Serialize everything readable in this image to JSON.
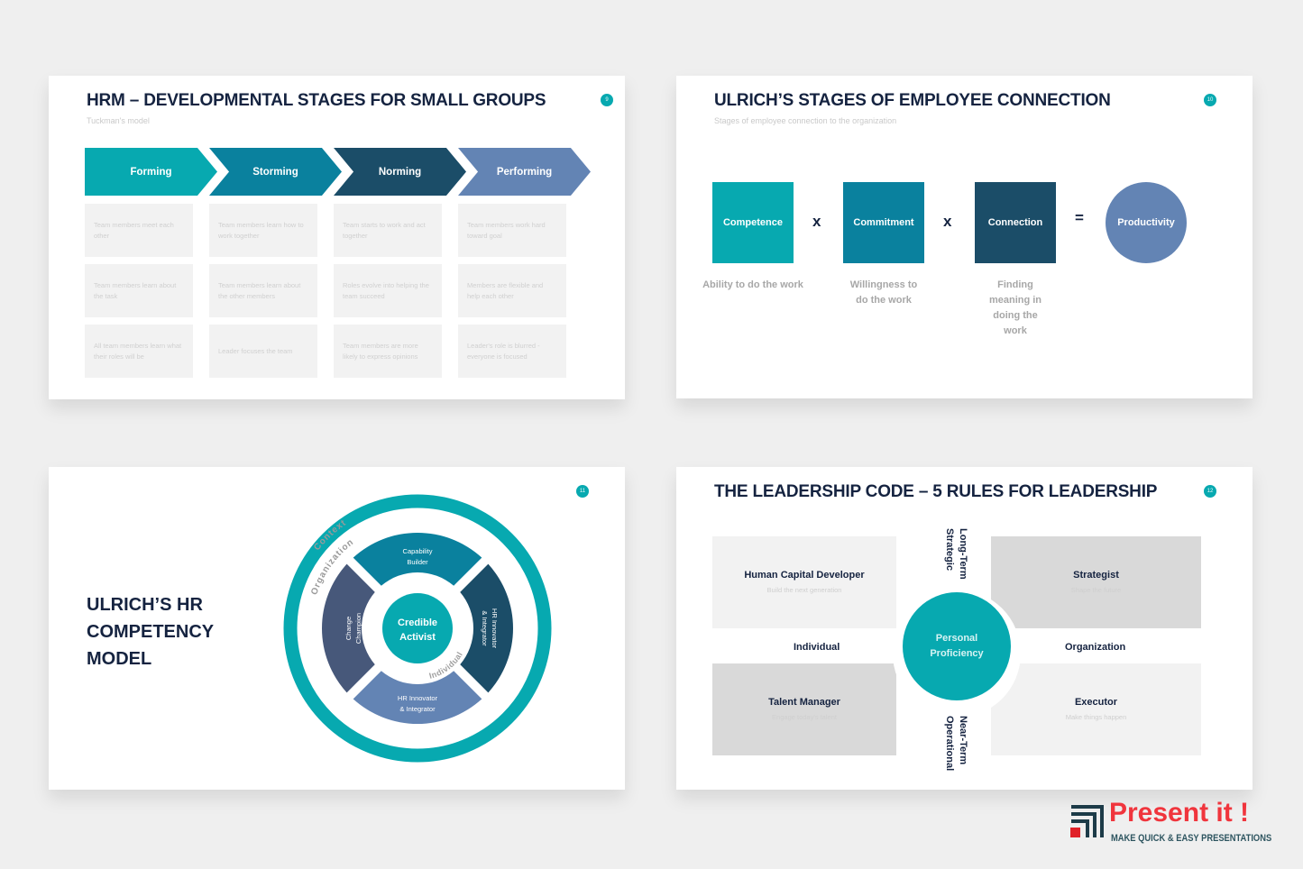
{
  "slide1": {
    "title": "HRM – DEVELOPMENTAL STAGES FOR SMALL GROUPS",
    "subtitle": "Tuckman's model",
    "page": "9",
    "stages": [
      {
        "label": "Forming",
        "color": "#07a9b0",
        "items": [
          "Team members meet each other",
          "Team members learn about the task",
          "All team members learn what their roles will be"
        ]
      },
      {
        "label": "Storming",
        "color": "#0a819e",
        "items": [
          "Team members learn how to work together",
          "Team members learn about the other members",
          "Leader focuses the team"
        ]
      },
      {
        "label": "Norming",
        "color": "#1b4d68",
        "items": [
          "Team starts to work and act together",
          "Roles evolve into helping the team succeed",
          "Team members are more likely to express opinions"
        ]
      },
      {
        "label": "Performing",
        "color": "#6384b4",
        "items": [
          "Team members work hard toward goal",
          "Members are flexible and help each other",
          "Leader's role is blurred - everyone is focused"
        ]
      }
    ]
  },
  "slide2": {
    "title": "ULRICH’S STAGES OF EMPLOYEE CONNECTION",
    "subtitle": "Stages of employee connection to the organization",
    "page": "10",
    "items": [
      {
        "label": "Competence",
        "caption": "Ability to do the work",
        "color": "#07a9b0"
      },
      {
        "label": "Commitment",
        "caption": "Willingness  to do the work",
        "color": "#0a819e"
      },
      {
        "label": "Connection",
        "caption": "Finding meaning in doing the work",
        "color": "#1b4d68"
      }
    ],
    "ops": [
      "x",
      "x",
      "="
    ],
    "result": {
      "label": "Productivity",
      "color": "#6384b4"
    }
  },
  "slide3": {
    "title_lines": [
      "ULRICH’S HR",
      "COMPETENCY",
      "MODEL"
    ],
    "page": "11",
    "rings": {
      "outer": "Context",
      "middle": "Organization",
      "inner": "Individual"
    },
    "segments": {
      "top": "Capability Builder",
      "right": "HR Innovator & Integrator",
      "bottom": "HR Innovator & Integrator",
      "left": "Change Champion"
    },
    "center": "Credible Activist"
  },
  "slide4": {
    "title": "THE LEADERSHIP CODE – 5 RULES FOR LEADERSHIP",
    "page": "12",
    "quadrants": [
      {
        "title": "Human Capital Developer",
        "sub": "Build the next generation"
      },
      {
        "title": "Strategist",
        "sub": "Shape the future"
      },
      {
        "title": "Talent Manager",
        "sub": "Engage today's talent"
      },
      {
        "title": "Executor",
        "sub": "Make things happen"
      }
    ],
    "axes": {
      "left": "Individual",
      "right": "Organization",
      "top1": "Long-Term",
      "top2": "Strategic",
      "bottom1": "Near-Term",
      "bottom2": "Operational"
    },
    "center": "Personal Proficiency"
  },
  "brand": {
    "name": "Present it !",
    "tagline": "MAKE QUICK & EASY PRESENTATIONS",
    "color": "#f0353d"
  }
}
